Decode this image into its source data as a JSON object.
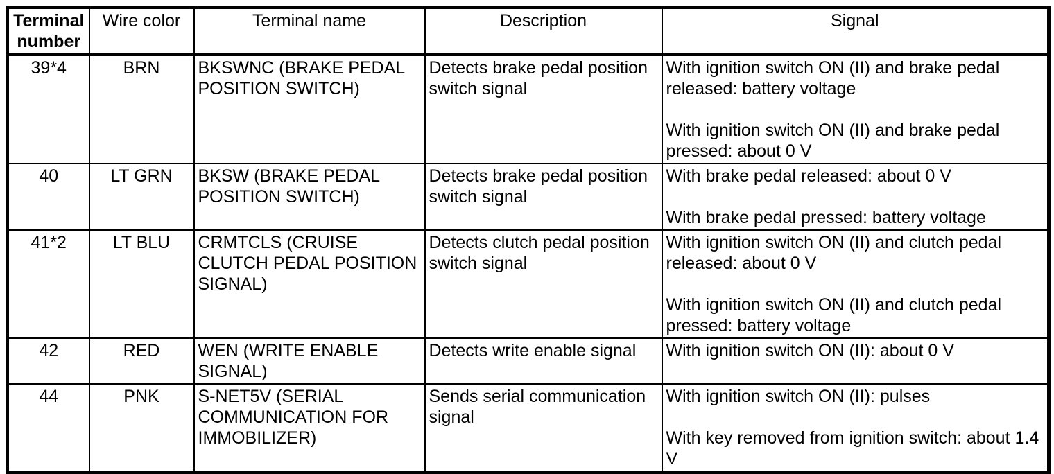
{
  "table": {
    "headers": [
      {
        "label": "Terminal number",
        "bold": true
      },
      {
        "label": "Wire color",
        "bold": false
      },
      {
        "label": "Terminal name",
        "bold": false
      },
      {
        "label": "Description",
        "bold": false
      },
      {
        "label": "Signal",
        "bold": false
      }
    ],
    "rows": [
      {
        "terminal_number": "39*4",
        "wire_color": "BRN",
        "terminal_name": "BKSWNC (BRAKE PEDAL POSITION SWITCH)",
        "description": "Detects brake pedal position switch signal",
        "signal_paragraphs": [
          "With ignition switch ON (II) and brake pedal released: battery voltage",
          "With ignition switch ON (II) and brake pedal pressed: about 0 V"
        ]
      },
      {
        "terminal_number": "40",
        "wire_color": "LT GRN",
        "terminal_name": "BKSW (BRAKE PEDAL POSITION SWITCH)",
        "description": "Detects brake pedal position switch signal",
        "signal_paragraphs": [
          "With brake pedal released: about 0 V",
          "With brake pedal pressed: battery voltage"
        ]
      },
      {
        "terminal_number": "41*2",
        "wire_color": "LT BLU",
        "terminal_name": "CRMTCLS (CRUISE CLUTCH PEDAL POSITION SIGNAL)",
        "description": "Detects clutch pedal position switch signal",
        "signal_paragraphs": [
          "With ignition switch ON (II) and clutch pedal released: about 0 V",
          "With ignition switch ON (II) and clutch pedal pressed: battery voltage"
        ]
      },
      {
        "terminal_number": "42",
        "wire_color": "RED",
        "terminal_name": "WEN (WRITE ENABLE SIGNAL)",
        "description": "Detects write enable signal",
        "signal_paragraphs": [
          "With ignition switch ON (II): about 0 V"
        ]
      },
      {
        "terminal_number": "44",
        "wire_color": "PNK",
        "terminal_name": "S-NET5V (SERIAL COMMUNICATION FOR IMMOBILIZER)",
        "description": "Sends serial communication signal",
        "signal_paragraphs": [
          "With ignition switch ON (II): pulses",
          "With key removed from ignition switch: about 1.4 V"
        ]
      }
    ]
  },
  "colors": {
    "border": "#000000",
    "background": "#ffffff",
    "text": "#000000"
  }
}
